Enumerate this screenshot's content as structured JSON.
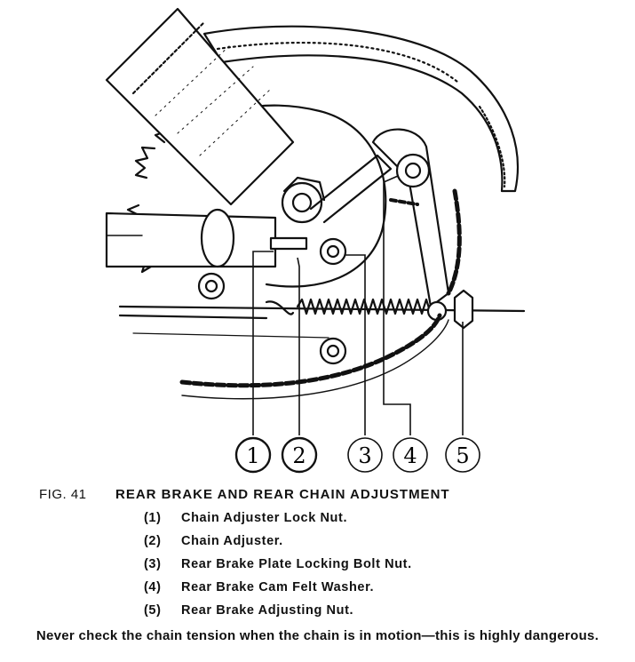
{
  "figure": {
    "label": "FIG. 41",
    "title": "REAR BRAKE AND REAR CHAIN ADJUSTMENT"
  },
  "callouts": [
    "1",
    "2",
    "3",
    "4",
    "5"
  ],
  "legend": [
    {
      "num": "(1)",
      "text": "Chain Adjuster Lock Nut."
    },
    {
      "num": "(2)",
      "text": "Chain Adjuster."
    },
    {
      "num": "(3)",
      "text": "Rear Brake Plate Locking Bolt Nut."
    },
    {
      "num": "(4)",
      "text": "Rear Brake Cam Felt Washer."
    },
    {
      "num": "(5)",
      "text": "Rear Brake Adjusting Nut."
    }
  ],
  "warning": "Never check the chain tension when the chain is in motion—this is highly dangerous."
}
